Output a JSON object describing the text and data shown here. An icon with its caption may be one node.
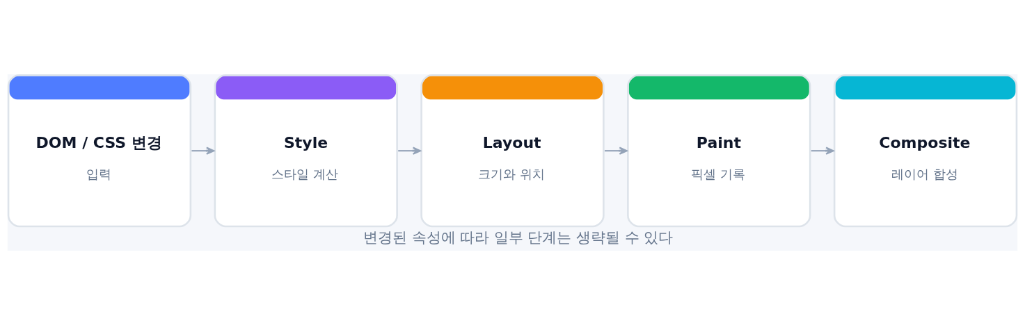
{
  "diagram": {
    "caption": "변경된 속성에 따라 일부 단계는 생략될 수 있다",
    "nodes": [
      {
        "text": [
          "DOM / CSS 변경",
          "입력"
        ]
      },
      {
        "text": [
          "Style",
          "스타일 계산"
        ]
      },
      {
        "text": [
          "Layout",
          "크기와 위치"
        ]
      },
      {
        "text": [
          "Paint",
          "픽셀 기록"
        ]
      },
      {
        "text": [
          "Composite",
          "레이어 합성"
        ]
      }
    ],
    "edges": [
      {
        "from": 0,
        "to": 1,
        "arrow": "to"
      },
      {
        "from": 1,
        "to": 2,
        "arrow": "to"
      },
      {
        "from": 2,
        "to": 3,
        "arrow": "to"
      },
      {
        "from": 3,
        "to": 4,
        "arrow": "to"
      }
    ]
  }
}
